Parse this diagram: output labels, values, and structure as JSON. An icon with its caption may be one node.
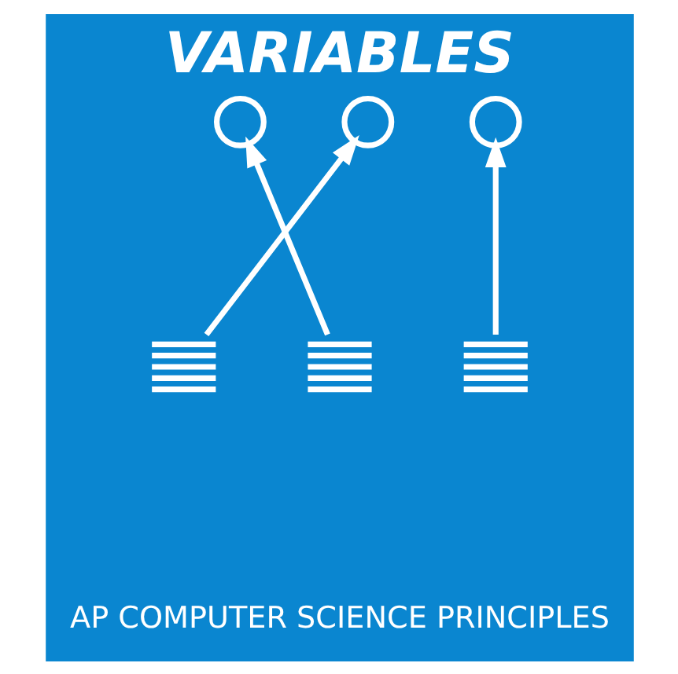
{
  "diagram": {
    "title": "VARIABLES",
    "caption": "AP COMPUTER SCIENCE PRINCIPLES",
    "nodes": [
      {
        "text": [],
        "shape": "circle"
      },
      {
        "text": [],
        "shape": "circle"
      },
      {
        "text": [],
        "shape": "circle"
      },
      {
        "text": [],
        "shape": "stack"
      },
      {
        "text": [],
        "shape": "stack"
      },
      {
        "text": [],
        "shape": "stack"
      }
    ],
    "edges": [
      {
        "from": 3,
        "to": 1,
        "arrow": "to"
      },
      {
        "from": 4,
        "to": 0,
        "arrow": "to"
      },
      {
        "from": 5,
        "to": 2,
        "arrow": "to"
      }
    ]
  }
}
